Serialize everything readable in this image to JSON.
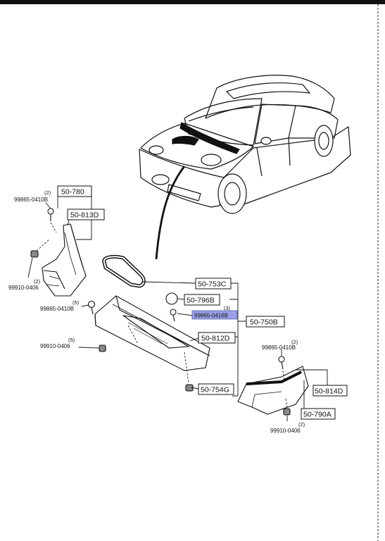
{
  "diagram": {
    "part_boxes": {
      "p50_780": "50-780",
      "p50_813D": "50-813D",
      "p50_753C": "50-753C",
      "p50_796B": "50-796B",
      "p50_750B": "50-750B",
      "p50_812D": "50-812D",
      "p50_754G": "50-754G",
      "p50_814D": "50-814D",
      "p50_790A": "50-790A"
    },
    "fasteners": {
      "left_screw": {
        "qty": "(2)",
        "part": "99865-0410B"
      },
      "left_clip": {
        "qty": "(2)",
        "part": "99910-0406"
      },
      "center_screw": {
        "qty": "(5)",
        "part": "99865-0410B"
      },
      "center_clip": {
        "qty": "(5)",
        "part": "99910-0406"
      },
      "highlighted_screw": {
        "qty": "(3)",
        "part": "99865-0416B"
      },
      "right_screw": {
        "qty": "(2)",
        "part": "99865-0410B"
      },
      "right_clip": {
        "qty": "(2)",
        "part": "99910-0406"
      }
    },
    "highlight_color": "#9aa0e6"
  }
}
